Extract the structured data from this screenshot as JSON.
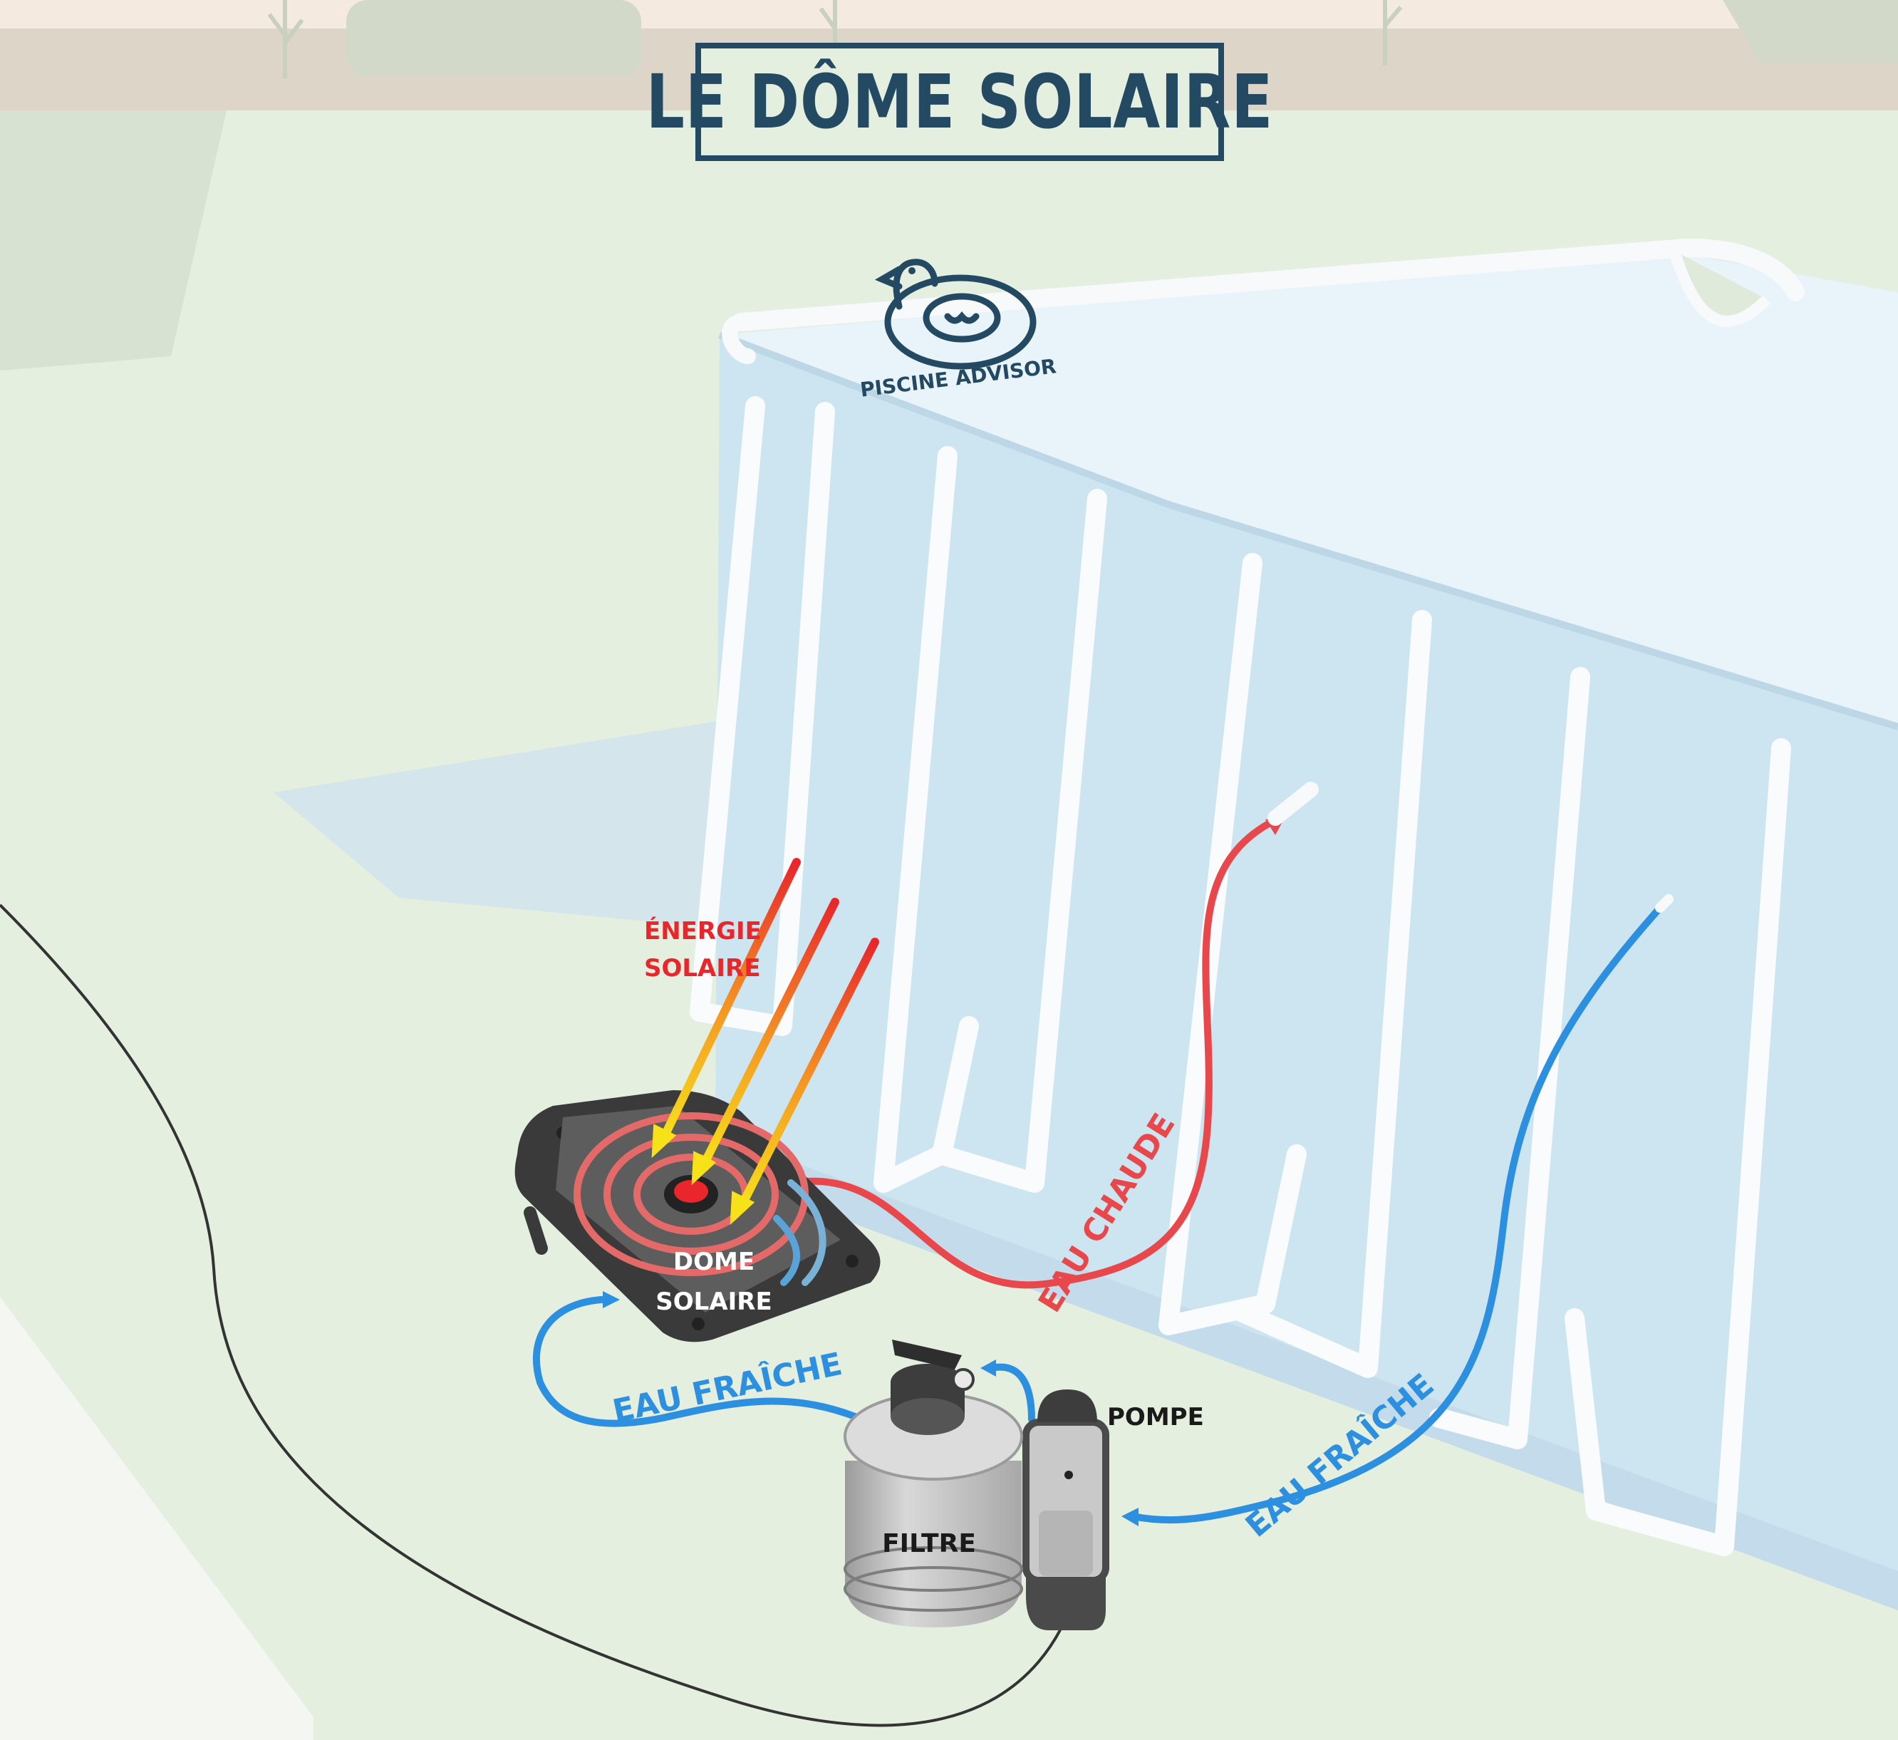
{
  "title": "LE DÔME SOLAIRE",
  "logo": {
    "text": "PISCINE ADVISOR",
    "icon": "duck-float-icon"
  },
  "labels": {
    "solar_energy_line1": "ÉNERGIE",
    "solar_energy_line2": "SOLAIRE",
    "dome_line1": "DOME",
    "dome_line2": "SOLAIRE",
    "hot_water": "EAU CHAUDE",
    "fresh_water_left": "EAU FRAÎCHE",
    "fresh_water_right": "EAU FRAÎCHE",
    "pump": "POMPE",
    "filter": "FILTRE"
  },
  "colors": {
    "title": "#244a63",
    "hot_water": "#e8474c",
    "fresh_water": "#2d8fe0",
    "solar_energy_text": "#e8262c",
    "grass": "#e4efe0",
    "pool_water": "#cde4f1"
  }
}
